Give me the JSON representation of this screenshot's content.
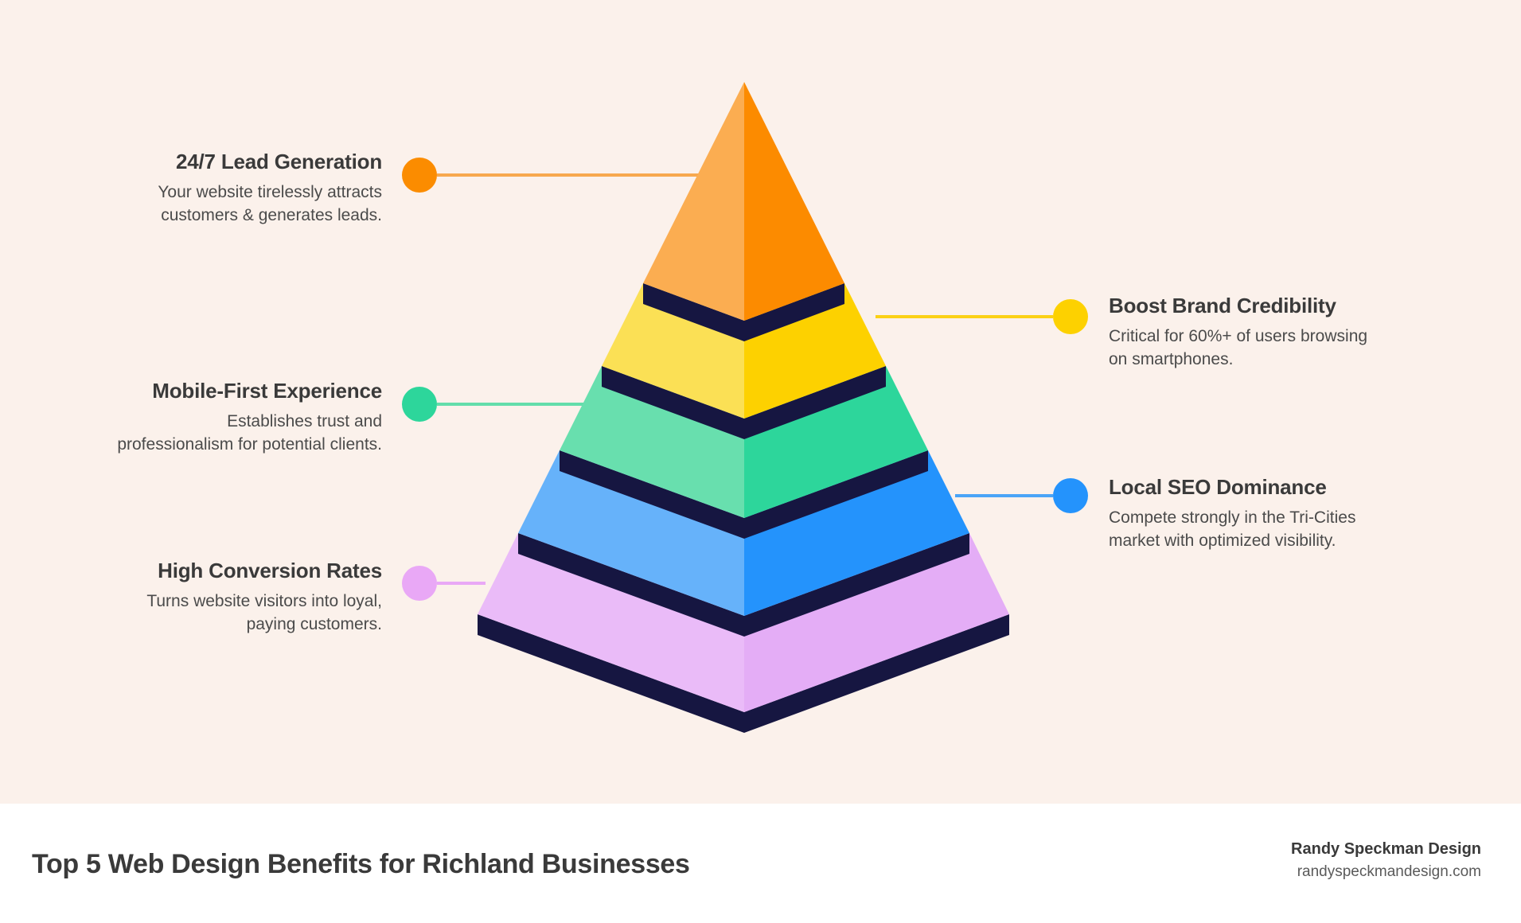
{
  "canvas": {
    "background": "#fbf1eb",
    "footer_background": "#ffffff"
  },
  "footer": {
    "title": "Top 5 Web Design Benefits for Richland Businesses",
    "brand_name": "Randy Speckman Design",
    "brand_url": "randyspeckmandesign.com"
  },
  "chart_data": {
    "type": "pyramid",
    "title": "Top 5 Web Design Benefits for Richland Businesses",
    "orientation": "apex-up",
    "tier_count": 5,
    "separator_color": "#161641",
    "tiers": [
      {
        "rank": 1,
        "position": "top",
        "label": "24/7 Lead Generation",
        "description": "Your website tirelessly attracts customers & generates leads.",
        "side": "left",
        "color": "#fb8c00",
        "face_left": "#fbad51",
        "face_right": "#fc8b00"
      },
      {
        "rank": 2,
        "position": "upper-middle",
        "label": "Boost Brand Credibility",
        "description": "Critical for 60%+ of users browsing on smartphones.",
        "side": "right",
        "color": "#fdd100",
        "face_left": "#fbe055",
        "face_right": "#fdd100"
      },
      {
        "rank": 3,
        "position": "middle",
        "label": "Mobile-First Experience",
        "description": "Establishes trust and professionalism for potential clients.",
        "side": "left",
        "color": "#2dd69b",
        "face_left": "#68dfae",
        "face_right": "#2dd69b"
      },
      {
        "rank": 4,
        "position": "lower-middle",
        "label": "Local SEO Dominance",
        "description": "Compete strongly in the Tri-Cities market with optimized visibility.",
        "side": "right",
        "color": "#2493fc",
        "face_left": "#66b2fa",
        "face_right": "#2493fc"
      },
      {
        "rank": 5,
        "position": "bottom",
        "label": "High Conversion Rates",
        "description": "Turns website visitors into loyal, paying customers.",
        "side": "left",
        "color": "#e9a8f6",
        "face_left": "#eabbf8",
        "face_right": "#e4adf6"
      }
    ]
  }
}
